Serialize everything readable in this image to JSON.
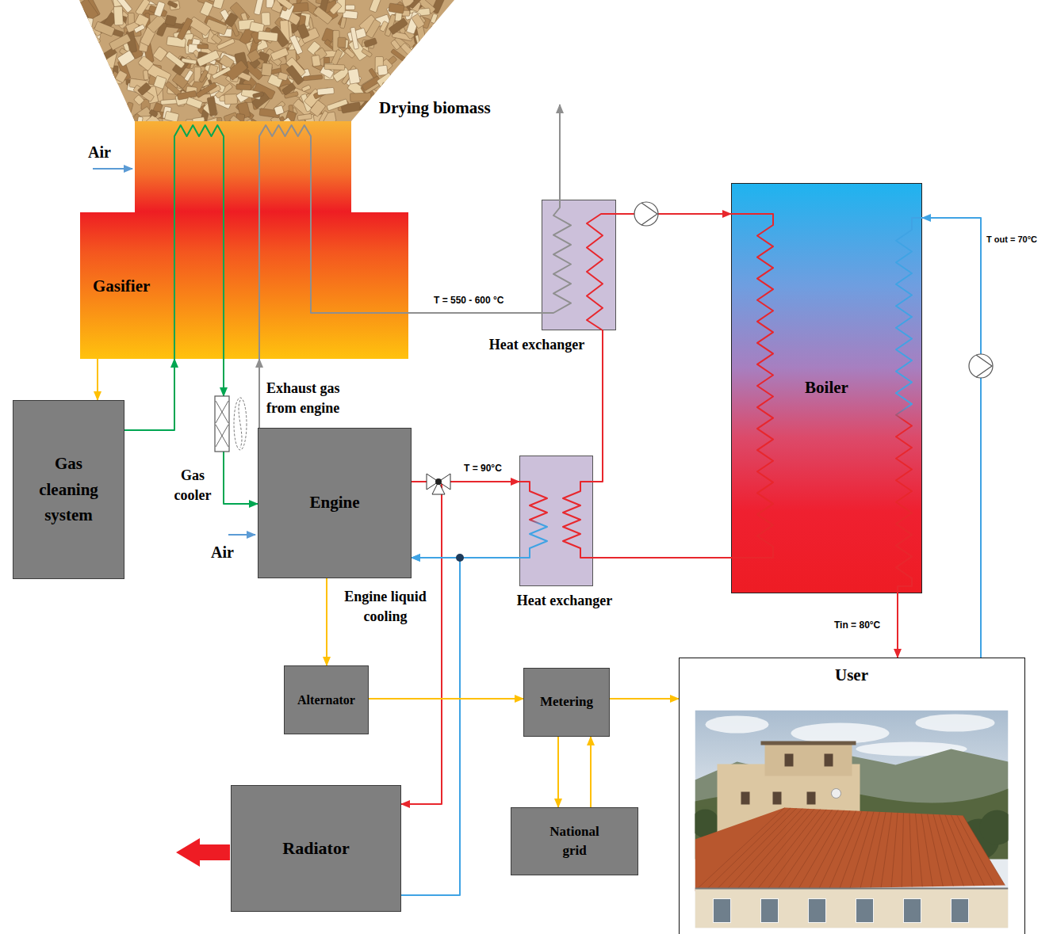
{
  "diagram": {
    "nodes": [
      {
        "text": [
          "Gasifier"
        ]
      },
      {
        "text": [
          "Heat exchanger"
        ]
      },
      {
        "text": [
          "Boiler"
        ]
      },
      {
        "text": [
          "Gas cleaning system"
        ]
      },
      {
        "text": [
          "Gas cooler"
        ]
      },
      {
        "text": [
          "Engine"
        ]
      },
      {
        "text": [
          "Heat exchanger"
        ]
      },
      {
        "text": [
          "Alternator"
        ]
      },
      {
        "text": [
          "Metering"
        ]
      },
      {
        "text": [
          "User"
        ]
      },
      {
        "text": [
          "National grid"
        ]
      },
      {
        "text": [
          "Radiator"
        ]
      }
    ],
    "edges": [
      {
        "from": 0,
        "to": 3,
        "arrow": "to"
      },
      {
        "from": 3,
        "to": 0,
        "arrow": "to"
      },
      {
        "from": 0,
        "to": 4,
        "arrow": "to"
      },
      {
        "from": 4,
        "to": 5,
        "arrow": "to"
      },
      {
        "from": 5,
        "to": 0,
        "label": "Exhaust gas from engine",
        "arrow": "to"
      },
      {
        "from": 0,
        "to": 1,
        "label": "T = 550 - 600 °C",
        "arrow": "none"
      },
      {
        "from": 1,
        "to": 2,
        "arrow": "to"
      },
      {
        "from": 5,
        "to": 6,
        "label": "T = 90°C",
        "arrow": "to"
      },
      {
        "from": 6,
        "to": 1,
        "arrow": "none"
      },
      {
        "from": 2,
        "to": 6,
        "arrow": "none"
      },
      {
        "from": 6,
        "to": 5,
        "arrow": "to"
      },
      {
        "from": 5,
        "to": 11,
        "arrow": "to"
      },
      {
        "from": 11,
        "to": 5,
        "arrow": "to"
      },
      {
        "from": 5,
        "to": 7,
        "label": "Engine liquid cooling",
        "arrow": "to"
      },
      {
        "from": 7,
        "to": 8,
        "arrow": "to"
      },
      {
        "from": 8,
        "to": 9,
        "arrow": "to"
      },
      {
        "from": 8,
        "to": 10,
        "arrow": "to"
      },
      {
        "from": 10,
        "to": 8,
        "arrow": "to"
      },
      {
        "from": 2,
        "to": 9,
        "label": "Tin = 80°C",
        "arrow": "to"
      },
      {
        "from": 9,
        "to": 2,
        "label": "T out = 70°C",
        "arrow": "to"
      }
    ],
    "labels": [
      "Drying biomass",
      "Air",
      "Air"
    ]
  }
}
